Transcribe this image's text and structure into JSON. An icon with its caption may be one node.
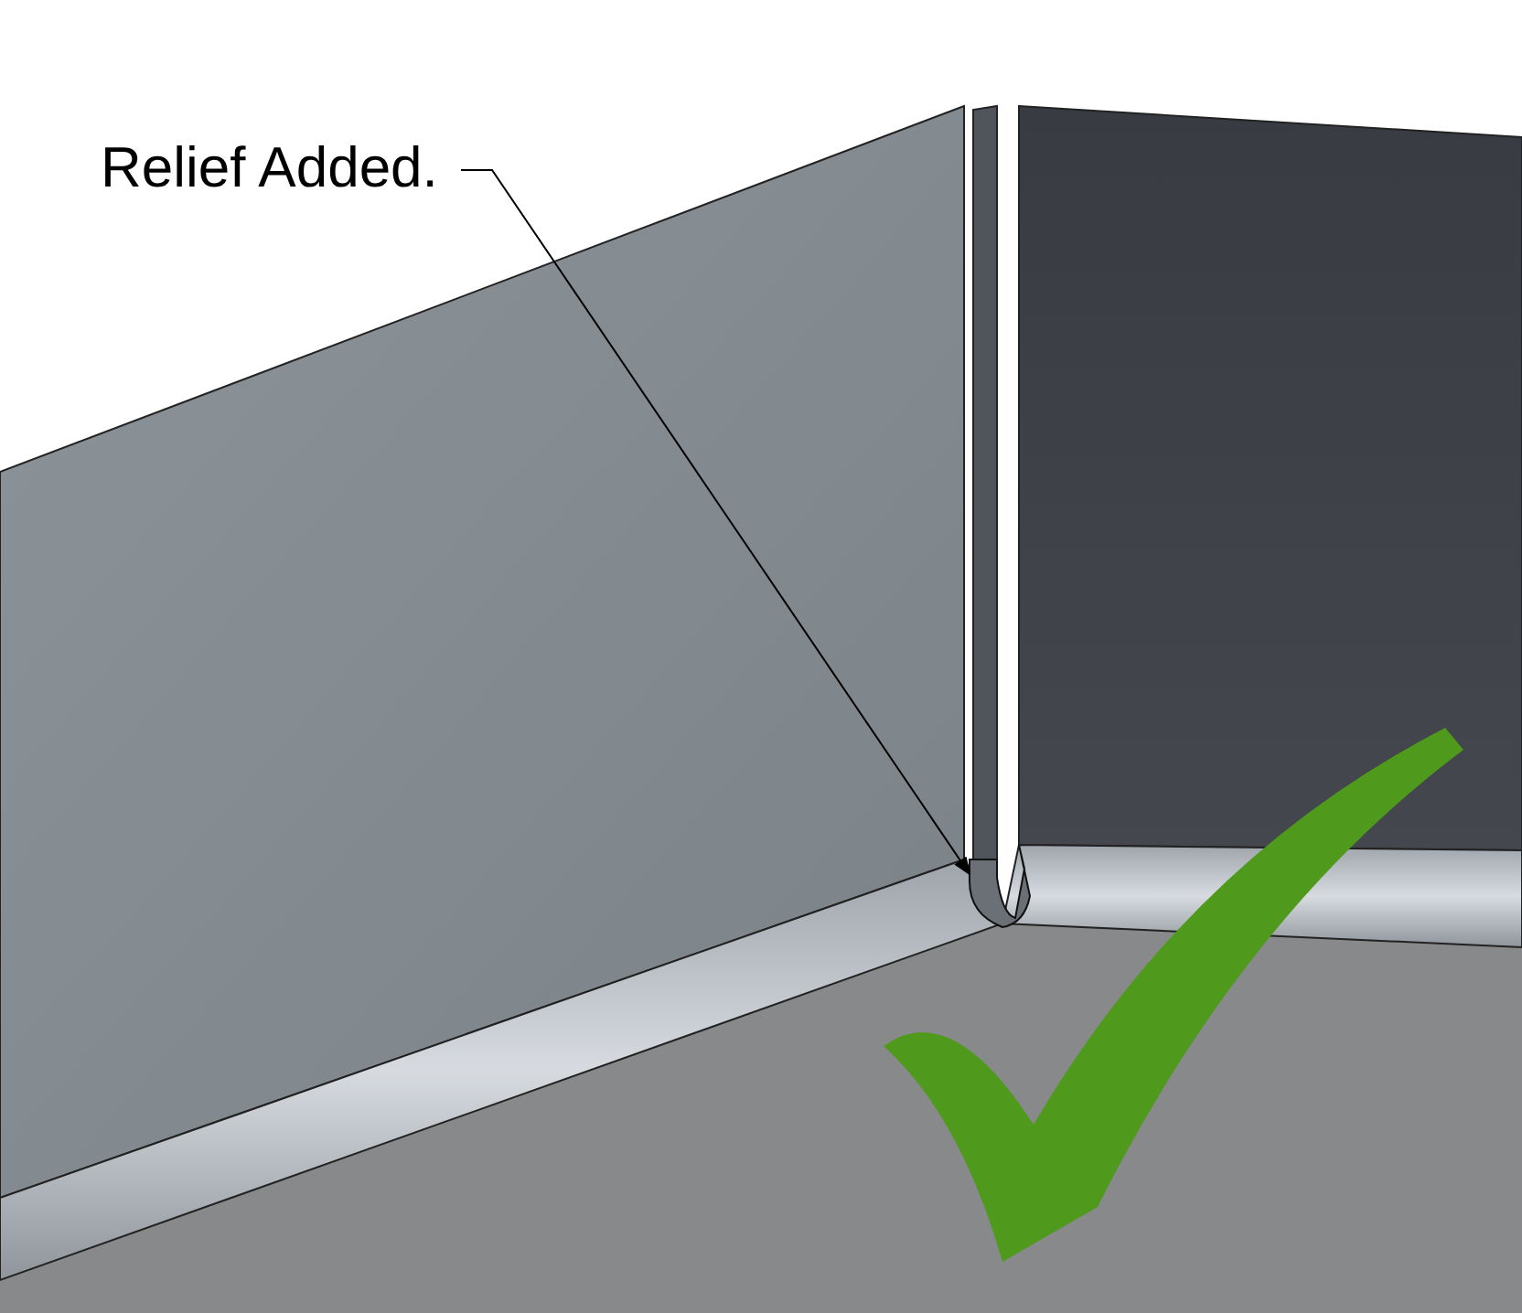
{
  "diagram": {
    "nodes": [
      {
        "text": [
          "Relief Added."
        ]
      },
      {
        "text": [],
        "shape": "picture"
      }
    ],
    "edges": [
      {
        "from": 0,
        "to": 1,
        "arrow": "to"
      }
    ]
  }
}
